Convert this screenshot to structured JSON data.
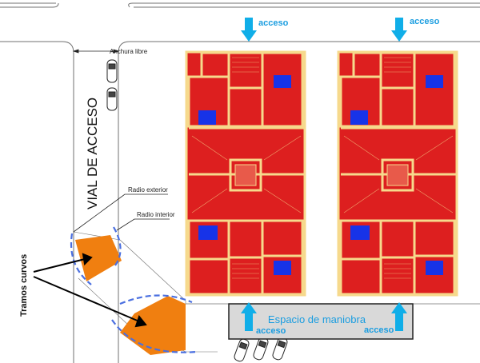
{
  "labels": {
    "anchura_libre": "Anchura libre",
    "vial_de_acceso": "VIAL DE ACCESO",
    "radio_exterior": "Radio exterior",
    "radio_interior": "Radio interior",
    "tramos_curvos": "Tramos curvos",
    "espacio_de_maniobra": "Espacio de maniobra",
    "acceso": "acceso"
  },
  "colors": {
    "building_red": "#dd1f1f",
    "wall_yellow": "#f6d98c",
    "arrow_blue": "#10aee8",
    "label_blue": "#1a9de0",
    "curve_orange": "#f07f10",
    "dash_blue": "#4a6fe0",
    "window_blue": "#1733e8",
    "maneuver_gray": "#d9d9d9"
  }
}
